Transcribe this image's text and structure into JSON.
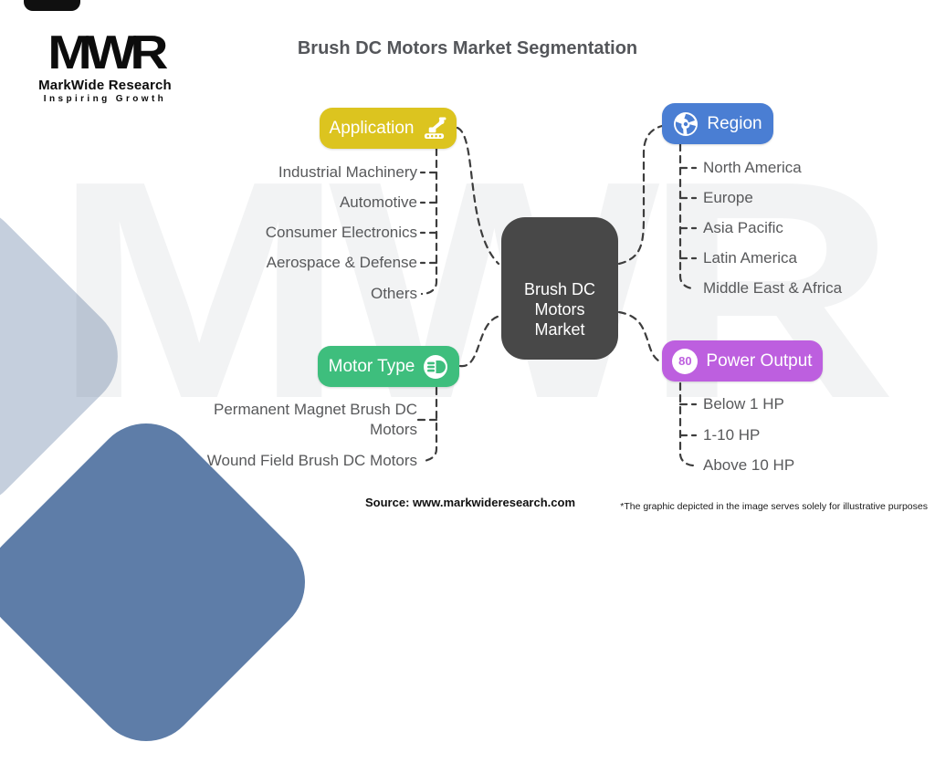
{
  "header": {
    "title": "Brush DC Motors Market Segmentation"
  },
  "logo": {
    "monogram": "MWR",
    "name": "MarkWide Research",
    "tagline": "Inspiring Growth"
  },
  "watermark": "MWR",
  "center": {
    "label": "Brush DC Motors Market",
    "color": "#484848"
  },
  "branches": [
    {
      "label": "Application",
      "color": "#dcc41f",
      "icon": "robot-arm-icon",
      "items": [
        "Industrial Machinery",
        "Automotive",
        "Consumer Electronics",
        "Aerospace & Defense",
        "Others"
      ]
    },
    {
      "label": "Region",
      "color": "#4a7ed3",
      "icon": "globe-icon",
      "items": [
        "North America",
        "Europe",
        "Asia Pacific",
        "Latin America",
        "Middle East & Africa"
      ]
    },
    {
      "label": "Motor Type",
      "color": "#3ebe7d",
      "icon": "motor-icon",
      "items": [
        "Permanent Magnet Brush DC Motors",
        "Wound Field Brush DC Motors"
      ]
    },
    {
      "label": "Power Output",
      "color": "#bd5fdf",
      "icon": "gauge-80-icon",
      "badge": "80",
      "items": [
        "Below 1 HP",
        "1-10 HP",
        "Above 10 HP"
      ]
    }
  ],
  "footer": {
    "source": "Source: www.markwideresearch.com",
    "disclaimer": "*The graphic depicted in the image serves solely for illustrative purposes"
  },
  "colors": {
    "connector": "#3d3d3d",
    "item_text": "#58595b",
    "title_text": "#54565a",
    "bg_shape_light": "#c5cfdd",
    "bg_shape_dark": "#5e7da8"
  }
}
